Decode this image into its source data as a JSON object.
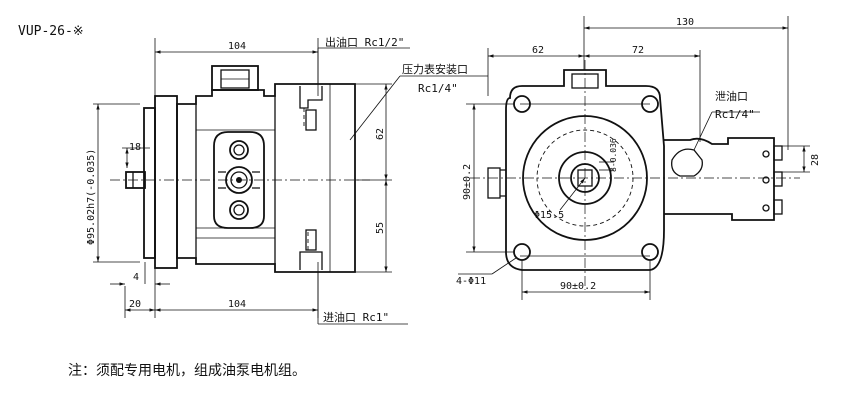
{
  "title": "VUP-26-※",
  "labels": {
    "outlet_port": "出油口 Rc1/2\"",
    "gauge_port_name": "压力表安装口",
    "gauge_port_size": "Rc1/4\"",
    "inlet_port": "进油口 Rc1\"",
    "drain_port_name": "泄油口",
    "drain_port_size": "Rc1/4\""
  },
  "dimensions": {
    "length_top": "104",
    "length_bottom": "104",
    "flange_offset": "20",
    "pilot_length": "4",
    "shaft_dia": "18",
    "pilot_dia": "Φ95.02h7(-0.035)",
    "height_upper": "62",
    "height_lower": "55",
    "overall_width": "130",
    "left_width": "62",
    "right_width": "72",
    "bolt_spacing_v": "90±0.2",
    "bolt_spacing_h": "90±0.2",
    "key_width": "8-0.036",
    "key_height": "Φ15.5",
    "mount_holes": "4-Φ11",
    "drain_height": "28"
  },
  "note": "注：须配专用电机，组成油泵电机组。"
}
